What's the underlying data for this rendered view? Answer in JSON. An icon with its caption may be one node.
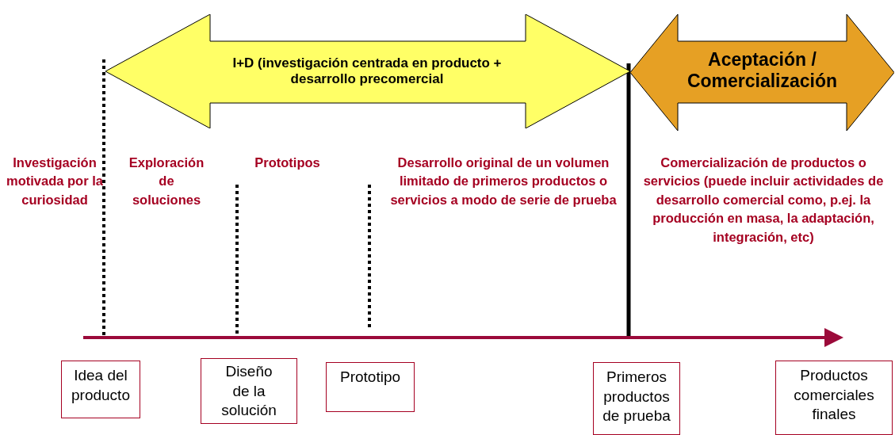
{
  "diagram": {
    "nodes": [
      {
        "text": [
          "I+D (investigación centrada en producto + desarrollo precomercial"
        ]
      },
      {
        "text": [
          "Aceptación / Comercialización"
        ]
      },
      {
        "text": [
          "Idea del producto"
        ]
      },
      {
        "text": [
          "Diseño de la solución"
        ]
      },
      {
        "text": [
          "Prototipo"
        ]
      },
      {
        "text": [
          "Primeros productos de prueba"
        ]
      },
      {
        "text": [
          "Productos comerciales finales"
        ]
      }
    ],
    "labels": [
      "Investigación motivada por la curiosidad",
      "Exploración de soluciones",
      "Prototipos",
      "Desarrollo original de un  volumen limitado de primeros productos o servicios a modo de serie de prueba",
      "Comercialización de productos o servicios (puede incluir actividades de desarrollo comercial como, p.ej. la producción en masa, la adaptación, integración, etc)"
    ]
  }
}
